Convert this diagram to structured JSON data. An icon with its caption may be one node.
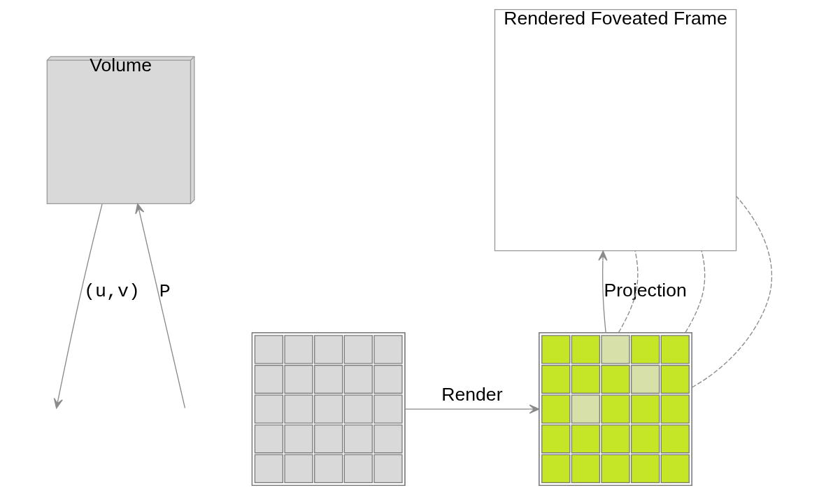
{
  "diagram": {
    "nodes": [
      {
        "text": [
          "Volume"
        ]
      },
      {
        "text": [],
        "shape": "box"
      },
      {
        "text": [],
        "shape": "box"
      },
      {
        "text": [
          "Rendered Foveated Frame"
        ]
      }
    ],
    "edges": [
      {
        "from": null,
        "to": 0,
        "arrow": "to",
        "label": "P"
      },
      {
        "from": 0,
        "to": null,
        "arrow": "to",
        "label": "(u,v)"
      },
      {
        "from": 1,
        "to": 2,
        "arrow": "to",
        "label": "Render"
      },
      {
        "from": 2,
        "to": 3,
        "arrow": "to",
        "label": "Projection"
      },
      {
        "from": 2,
        "to": 3,
        "arrow": "none",
        "style": "dashed"
      },
      {
        "from": 2,
        "to": 3,
        "arrow": "none",
        "style": "dashed"
      },
      {
        "from": 2,
        "to": 3,
        "arrow": "none",
        "style": "dashed"
      }
    ]
  }
}
